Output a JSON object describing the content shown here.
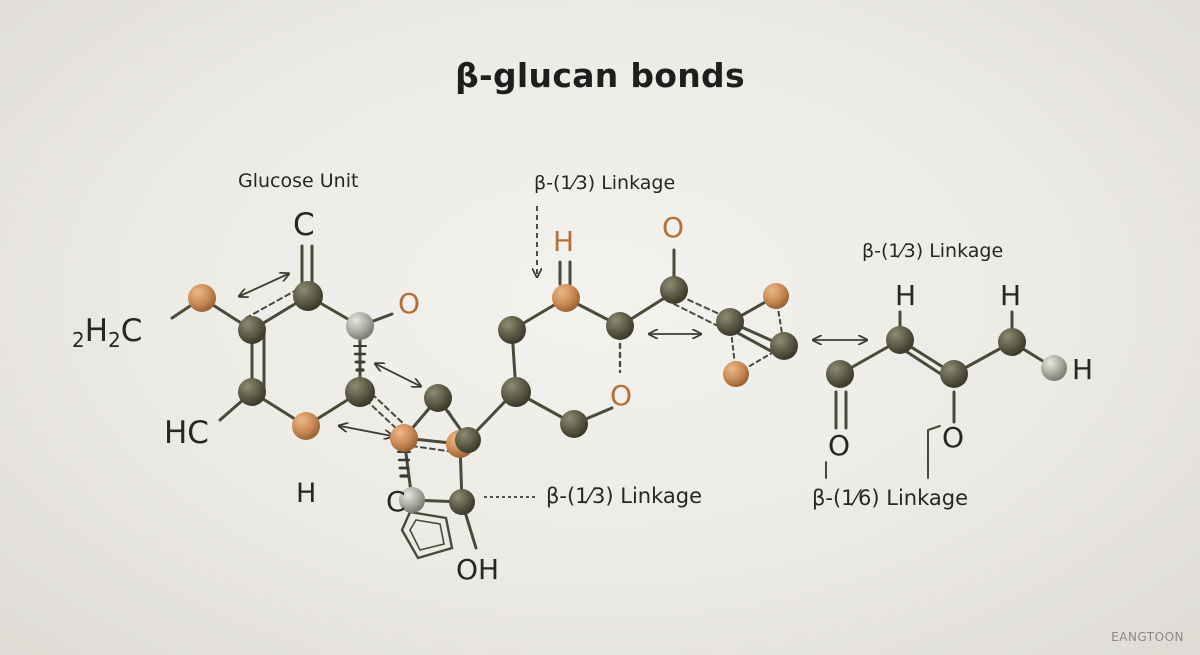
{
  "title": "β-glucan bonds",
  "labels": {
    "glucose_unit": "Glucose Unit",
    "linkage_1_3_top": "β-(1⁄3) Linkage",
    "linkage_1_3_right": "β-(1⁄3) Linkage",
    "linkage_1_3_bottom": "β-(1⁄3) Linkage",
    "linkage_1_6": "β-(1⁄6) Linkage"
  },
  "atoms": {
    "c_top": "C",
    "o_left_ring": "O",
    "h2c_pre": "2",
    "h2c_h": "H",
    "h2c_sub": "2",
    "h2c_c": "C",
    "hc": "HC",
    "h_bottom_left": "H",
    "c_lower": "C",
    "oh": "OH",
    "h_mid": "H",
    "o_top_mid": "O",
    "o_ring_mid": "O",
    "h_right_1": "H",
    "h_right_2": "H",
    "h_far_right": "H",
    "o_bottom_right_1": "O",
    "o_bottom_right_2": "O"
  },
  "watermark": "EANGTOON",
  "colors": {
    "carbon": "#5b5a45",
    "oxygen": "#c98a55",
    "hydrogen": "#a9aaa0",
    "bond": "#4a4a3a",
    "text": "#262626"
  }
}
